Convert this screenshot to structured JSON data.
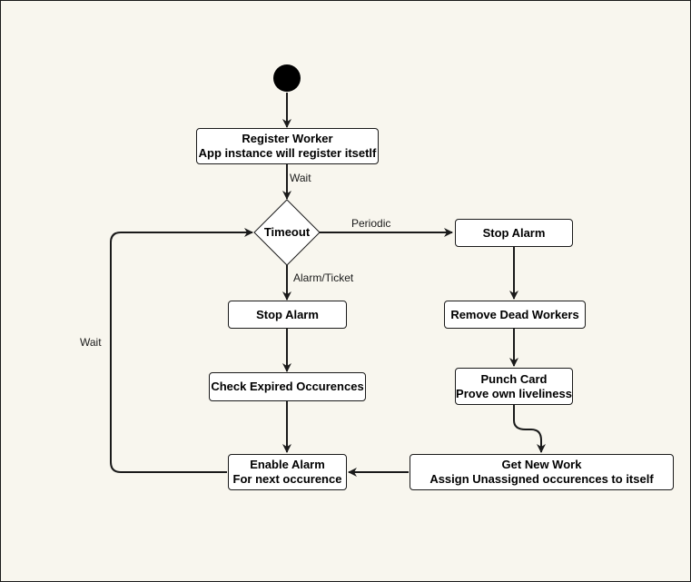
{
  "diagram": {
    "nodes": {
      "register_worker": {
        "line1": "Register Worker",
        "line2": "App instance will register itsetlf"
      },
      "timeout": {
        "label": "Timeout"
      },
      "stop_alarm_left": {
        "line1": "Stop Alarm"
      },
      "check_expired": {
        "line1": "Check Expired Occurences"
      },
      "enable_alarm": {
        "line1": "Enable Alarm",
        "line2": "For next occurence"
      },
      "stop_alarm_right": {
        "line1": "Stop Alarm"
      },
      "remove_dead": {
        "line1": "Remove Dead Workers"
      },
      "punch_card": {
        "line1": "Punch Card",
        "line2": "Prove own liveliness"
      },
      "get_new_work": {
        "line1": "Get New Work",
        "line2": "Assign Unassigned occurences to itself"
      }
    },
    "edge_labels": {
      "wait_top": "Wait",
      "periodic": "Periodic",
      "alarm_ticket": "Alarm/Ticket",
      "wait_loop": "Wait"
    },
    "colors": {
      "background": "#f8f6ee",
      "node_fill": "#ffffff",
      "stroke": "#1a1a1a",
      "start": "#000000"
    }
  }
}
